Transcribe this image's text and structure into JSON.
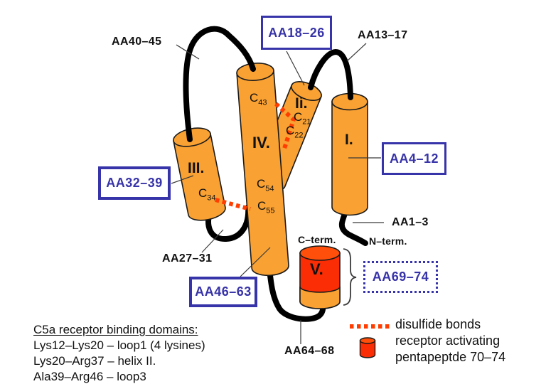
{
  "colors": {
    "helix_orange": "#F9A133",
    "helix_red": "#FB2D05",
    "helix_red_top": "#FF4F0A",
    "disulfide_red": "#FF3D00",
    "accent_blue": "#3733A8",
    "outline_black": "#1a1a1a",
    "loop_black": "#000000",
    "pointer_gray": "#3a3a3a",
    "text_black": "#111111"
  },
  "loop_labels": {
    "aa40_45": "AA40–45",
    "aa13_17": "AA13–17",
    "aa1_3": "AA1–3",
    "aa27_31": "AA27–31",
    "aa64_68": "AA64–68"
  },
  "boxed_labels": {
    "aa18_26": "AA18–26",
    "aa4_12": "AA4–12",
    "aa32_39": "AA32–39",
    "aa46_63": "AA46–63",
    "aa69_74": "AA69–74"
  },
  "helix_labels": {
    "h1": "I.",
    "h2": "Ii.",
    "h3": "III.",
    "h4": "IV.",
    "h5": "V."
  },
  "cysteines": {
    "c43": {
      "base": "C",
      "sub": "43"
    },
    "c21": {
      "base": "C",
      "sub": "21"
    },
    "c22": {
      "base": "C",
      "sub": "22"
    },
    "c54": {
      "base": "C",
      "sub": "54"
    },
    "c55": {
      "base": "C",
      "sub": "55"
    },
    "c34": {
      "base": "C",
      "sub": "34"
    }
  },
  "terminals": {
    "c_term": "C–term.",
    "n_term": "N–term."
  },
  "legend": {
    "disulfide": "disulfide bonds",
    "receptor_line1": "receptor activating",
    "receptor_line2": "pentapeptde 70–74"
  },
  "binding_domains": {
    "title": "C5a receptor binding domains:",
    "line1": "Lys12–Lys20 – loop1 (4 lysines)",
    "line2": "Lys20–Arg37 – helix II.",
    "line3": "Ala39–Arg46 – loop3"
  }
}
